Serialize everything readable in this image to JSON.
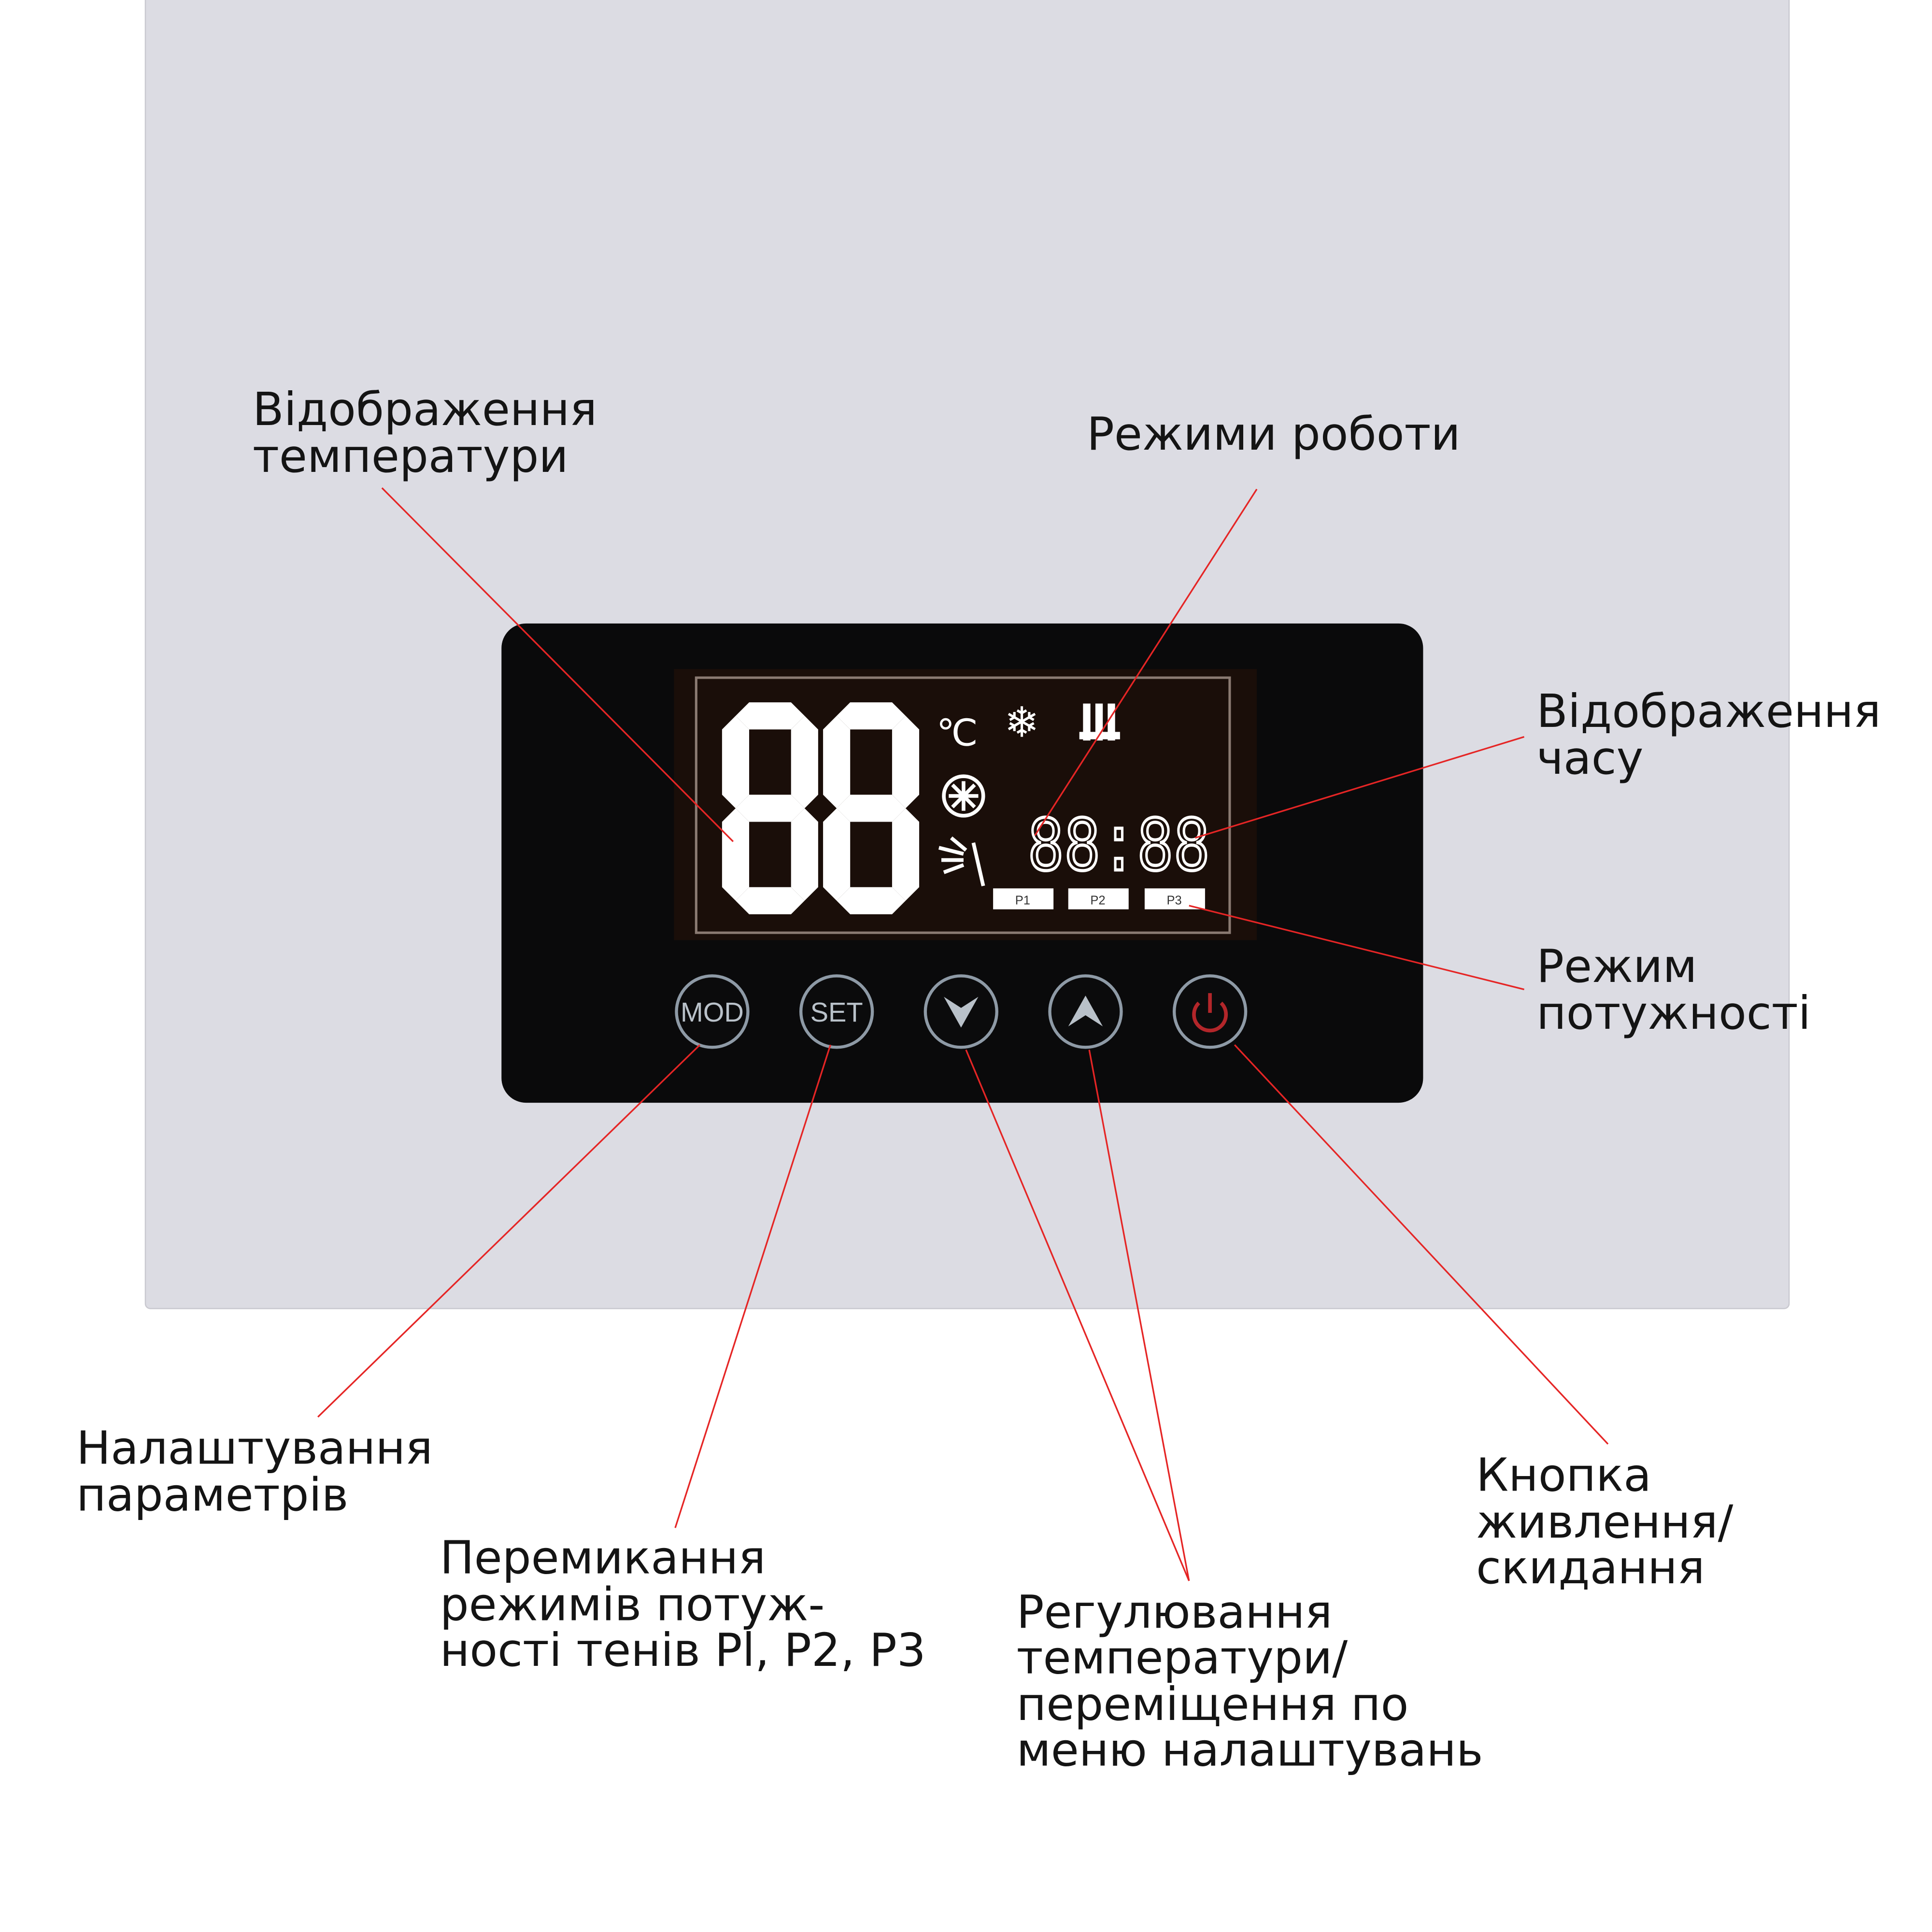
{
  "colors": {
    "casing": "#dcdce3",
    "panel": "#0a0a0b",
    "lcd": "#1a0e09",
    "segment": "#ffffff",
    "callout_line": "#e52525",
    "power": "#b3262a"
  },
  "lcd": {
    "temperature": "88",
    "unit": "℃",
    "time": "88:88",
    "power_modes": [
      "P1",
      "P2",
      "P3"
    ],
    "icons": [
      "snowflake-icon",
      "radiator-icon",
      "fan-icon",
      "shower-icon"
    ]
  },
  "buttons": [
    {
      "label": "MOD",
      "icon": null
    },
    {
      "label": "SET",
      "icon": null
    },
    {
      "label": "",
      "icon": "chevron-down-icon"
    },
    {
      "label": "",
      "icon": "chevron-up-icon"
    },
    {
      "label": "",
      "icon": "power-icon"
    }
  ],
  "callouts": {
    "temp_display": [
      "Відображення",
      "температури"
    ],
    "modes": [
      "Режими роботи"
    ],
    "time_display": [
      "Відображення",
      "часу"
    ],
    "power_mode": [
      "Режим",
      "потужності"
    ],
    "settings": [
      "Налаштування",
      "параметрів"
    ],
    "switch_power": [
      "Перемикання",
      "режимів потуж-",
      "ності тенів Pl, P2, P3"
    ],
    "adjust": [
      "Регулювання",
      "температури/",
      "переміщення по",
      "меню налаштувань"
    ],
    "power_button": [
      "Кнопка",
      "живлення/",
      "скидання"
    ]
  }
}
